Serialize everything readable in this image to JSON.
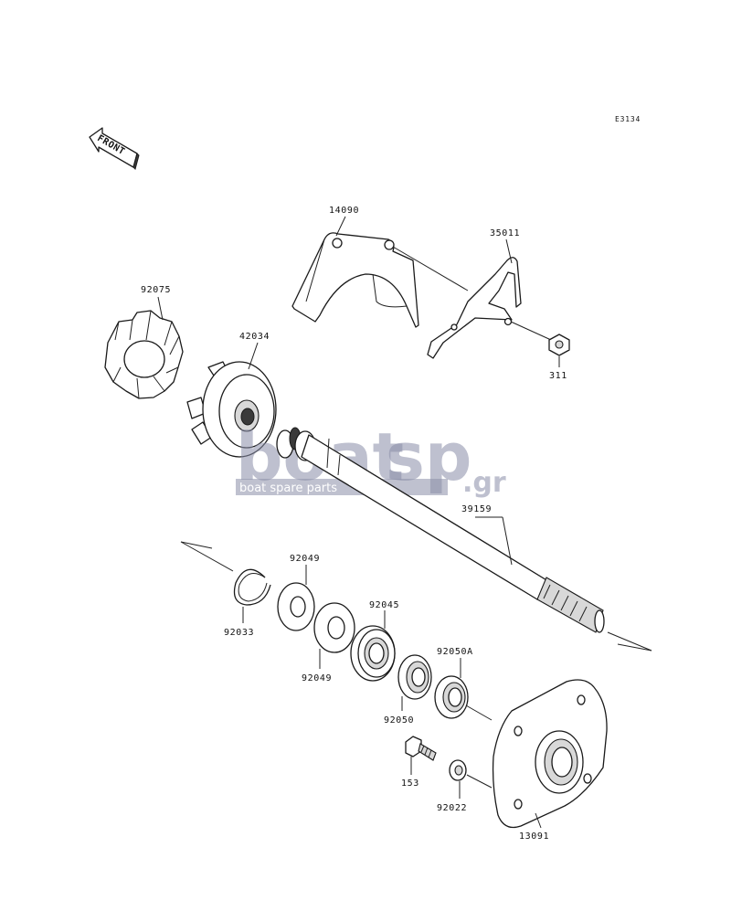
{
  "diagram": {
    "code": "E3134",
    "front_label": "FRONT",
    "watermark": {
      "brand_a": "boat",
      "brand_b": "sp",
      "domain": ".gr",
      "tagline": "boat spare parts"
    },
    "parts": {
      "p14090": "14090",
      "p35011": "35011",
      "p92075": "92075",
      "p42034": "42034",
      "p311": "311",
      "p39159": "39159",
      "p92049a": "92049",
      "p92049b": "92049",
      "p92033": "92033",
      "p92045": "92045",
      "p92050A": "92050A",
      "p92050": "92050",
      "p153": "153",
      "p92022": "92022",
      "p13091": "13091"
    }
  }
}
